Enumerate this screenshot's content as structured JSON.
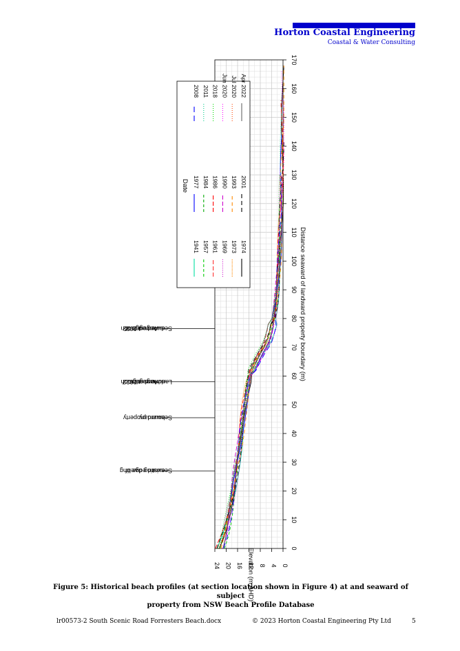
{
  "header": {
    "company": "Horton Coastal Engineering",
    "tagline": "Coastal & Water Consulting",
    "brand_color": "#0000cc"
  },
  "figure": {
    "caption_line1": "Figure 5:  Historical beach profiles (at section location shown in Figure 4) at and seaward of subject",
    "caption_line2": "property from NSW Beach Profile Database"
  },
  "footer": {
    "doc": "lr00573-2 South Scenic Road Forresters Beach.docx",
    "copyright": "© 2023 Horton Coastal Engineering Pty Ltd",
    "page": "5"
  },
  "chart_data": {
    "type": "line",
    "orientation": "rotated 90° clockwise on the page",
    "xlabel": "Distance seaward of landward property boundary (m)",
    "ylabel": "Elevation (m AHD)",
    "xlim": [
      0,
      170
    ],
    "ylim": [
      0,
      24
    ],
    "xticks": [
      0,
      10,
      20,
      30,
      40,
      50,
      60,
      70,
      80,
      90,
      100,
      110,
      120,
      130,
      140,
      150,
      160,
      170
    ],
    "yticks": [
      0,
      4,
      8,
      12,
      16,
      20,
      24
    ],
    "grid": true,
    "legend": {
      "title": "Date",
      "placement": "top-left",
      "entries": [
        {
          "name": "1941",
          "color": "#00e0a0",
          "dash": "solid"
        },
        {
          "name": "1957",
          "color": "#00cc00",
          "dash": "4,3"
        },
        {
          "name": "1961",
          "color": "#ff3030",
          "dash": "6,3"
        },
        {
          "name": "1969",
          "color": "#cc00cc",
          "dash": "1,2"
        },
        {
          "name": "1973",
          "color": "#ff8800",
          "dash": "1,1"
        },
        {
          "name": "1974",
          "color": "#000000",
          "dash": "solid"
        },
        {
          "name": "1977",
          "color": "#0000ff",
          "dash": "solid"
        },
        {
          "name": "1984",
          "color": "#00aa00",
          "dash": "4,3"
        },
        {
          "name": "1986",
          "color": "#ff0000",
          "dash": "6,3"
        },
        {
          "name": "1990",
          "color": "#cc00cc",
          "dash": "6,3"
        },
        {
          "name": "1993",
          "color": "#ff8800",
          "dash": "5,4"
        },
        {
          "name": "2001",
          "color": "#000000",
          "dash": "6,4"
        },
        {
          "name": "2008",
          "color": "#0000ff",
          "dash": "8,5"
        },
        {
          "name": "2011",
          "color": "#00cc88",
          "dash": "1,2"
        },
        {
          "name": "2018",
          "color": "#00dd00",
          "dash": "1,2"
        },
        {
          "name": "Jun 2020",
          "color": "#ff00ff",
          "dash": "1,2"
        },
        {
          "name": "Jul 2020",
          "color": "#ff4400",
          "dash": "1,2"
        },
        {
          "name": "Apr 2022",
          "color": "#666666",
          "dash": "solid"
        }
      ]
    },
    "annotations": [
      {
        "x": 27,
        "lines": [
          "Seaward edge of",
          "existing dwelling"
        ]
      },
      {
        "x": 45.5,
        "lines": [
          "Seaward property",
          "boundary"
        ]
      },
      {
        "x": 58,
        "lines": [
          "Landward edge of",
          "dune vegetation",
          "August 2022"
        ]
      },
      {
        "x": 76.5,
        "lines": [
          "Seaward edge of",
          "dune vegetation",
          "August 2022"
        ]
      }
    ],
    "base_profile": {
      "x": [
        0,
        5,
        10,
        15,
        20,
        25,
        30,
        35,
        40,
        45,
        50,
        55,
        60,
        62,
        65,
        68,
        70,
        72,
        75,
        80,
        85,
        90,
        100,
        110,
        120,
        130,
        140,
        150,
        160,
        170
      ],
      "y": [
        22.2,
        20.6,
        19.5,
        18.5,
        17.6,
        16.9,
        16.1,
        15.3,
        14.7,
        14.2,
        13.5,
        12.7,
        11.8,
        10.8,
        9.4,
        7.8,
        6.5,
        5.4,
        4.4,
        3.3,
        2.5,
        2.0,
        1.4,
        1.0,
        0.7,
        0.5,
        0.3,
        0.15,
        0.1,
        0.1
      ]
    }
  }
}
